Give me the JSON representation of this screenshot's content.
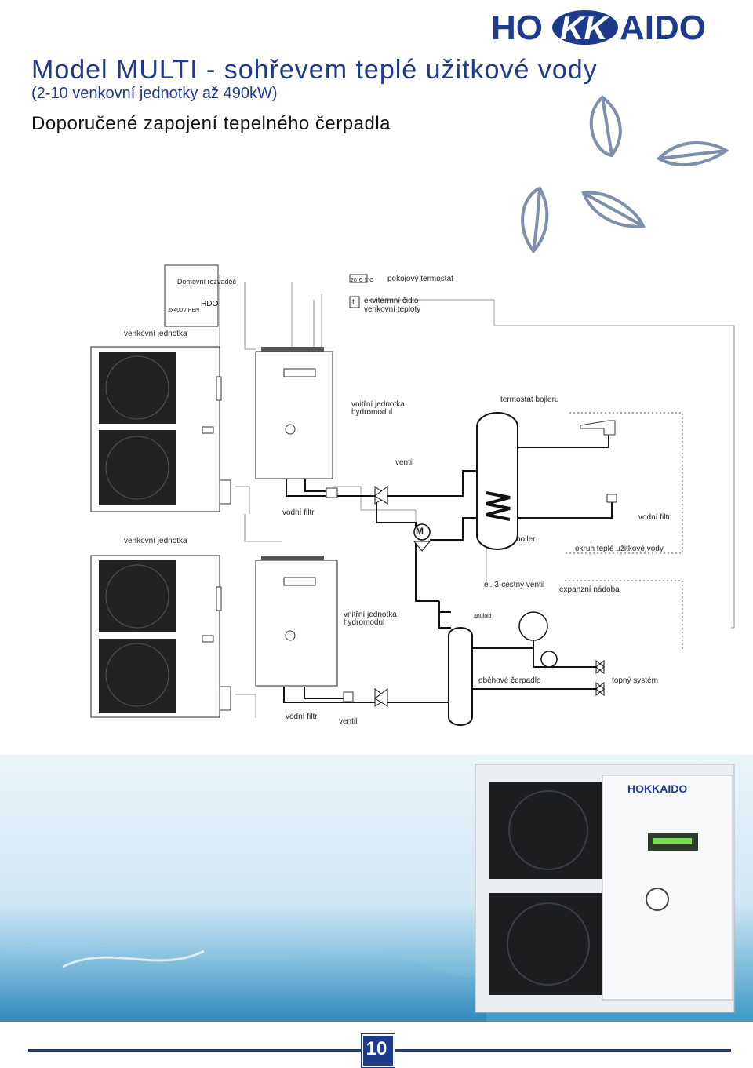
{
  "brand": {
    "name": "HOKKAIDO",
    "prefix": "HO",
    "kk": "KK",
    "suffix": "AIDO",
    "color": "#1e3a8a"
  },
  "header": {
    "title": "Model MULTI - sohřevem teplé užitkové vody",
    "subtitle": "(2-10 venkovní jednotky až 490kW)",
    "heading": "Doporučené zapojení tepelného čerpadla"
  },
  "diagram": {
    "labels": {
      "domovni_rozvadec": "Domovní rozvaděč",
      "supply": "3x400V PEN",
      "hdo": "HDO",
      "pokojovy_termostat": "pokojový termostat",
      "thermostat_display": "20°C 5°C",
      "t_symbol": "t",
      "ekvitermni_cidlo_1": "ekvitermní čidlo",
      "ekvitermni_cidlo_2": "venkovní teploty",
      "venkovni_jednotka_1": "venkovní jednotka",
      "venkovni_jednotka_2": "venkovní jednotka",
      "vnitrni_jednotka_1a": "vnitřní jednotka",
      "vnitrni_jednotka_1b": "hydromodul",
      "vnitrni_jednotka_2a": "vnitřní jednotka",
      "vnitrni_jednotka_2b": "hydromodul",
      "termostat_bojleru": "termostat bojleru",
      "ventil_1": "ventil",
      "ventil_2": "ventil",
      "vodni_filtr_1": "vodní filtr",
      "vodni_filtr_2": "vodní filtr",
      "vodni_filtr_3": "vodní filtr",
      "boiler": "boiler",
      "okruh_tuv": "okruh teplé užitkové vody",
      "el_ventil": "el. 3-cestný ventil",
      "expanzni_nadoba": "expanzní nádoba",
      "anuloid": "anuloid",
      "obehove_cerpadlo": "oběhové čerpadlo",
      "topny_system": "topný systém",
      "motor_m": "M"
    }
  },
  "footer": {
    "page_number": "10"
  },
  "colors": {
    "accent": "#1e3a8a",
    "leaf": "#7d8faa",
    "sky": "#cfe7f4",
    "water": "#3d9ac8"
  }
}
